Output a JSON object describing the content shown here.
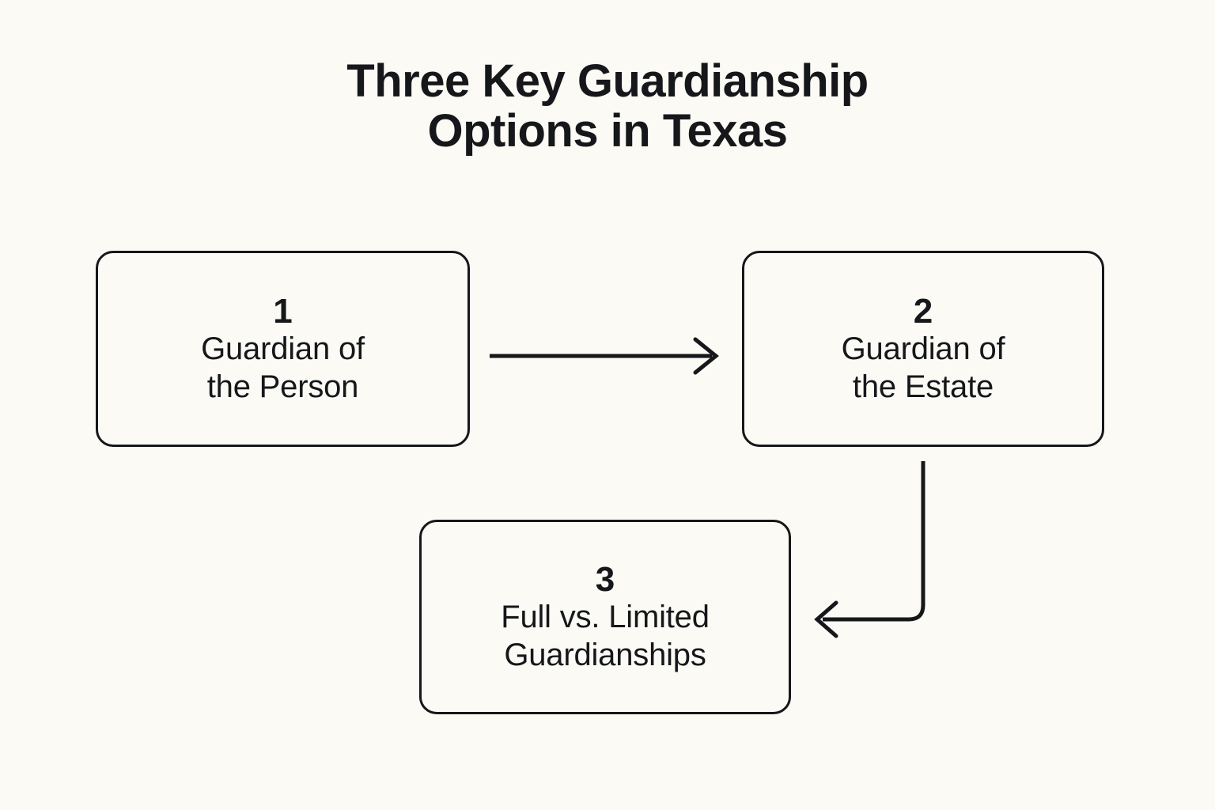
{
  "page": {
    "background_color": "#FBFAF5",
    "ink_color": "#15171A",
    "title": "Three Key Guardianship\nOptions in Texas"
  },
  "diagram": {
    "type": "flowchart",
    "orientation": "horizontal-then-down",
    "nodes": [
      {
        "number": "1",
        "label": "Guardian of\nthe Person",
        "label_plain": "Guardian of the Person"
      },
      {
        "number": "2",
        "label": "Guardian of\nthe Estate",
        "label_plain": "Guardian of the Estate"
      },
      {
        "number": "3",
        "label": "Full vs. Limited\nGuardianships",
        "label_plain": "Full vs. Limited Guardianships"
      }
    ],
    "connectors": [
      {
        "from": "1",
        "to": "2",
        "shape": "straight-right",
        "arrowhead": "open-chevron"
      },
      {
        "from": "2",
        "to": "3",
        "shape": "elbow-down-left",
        "arrowhead": "open-chevron"
      }
    ]
  }
}
